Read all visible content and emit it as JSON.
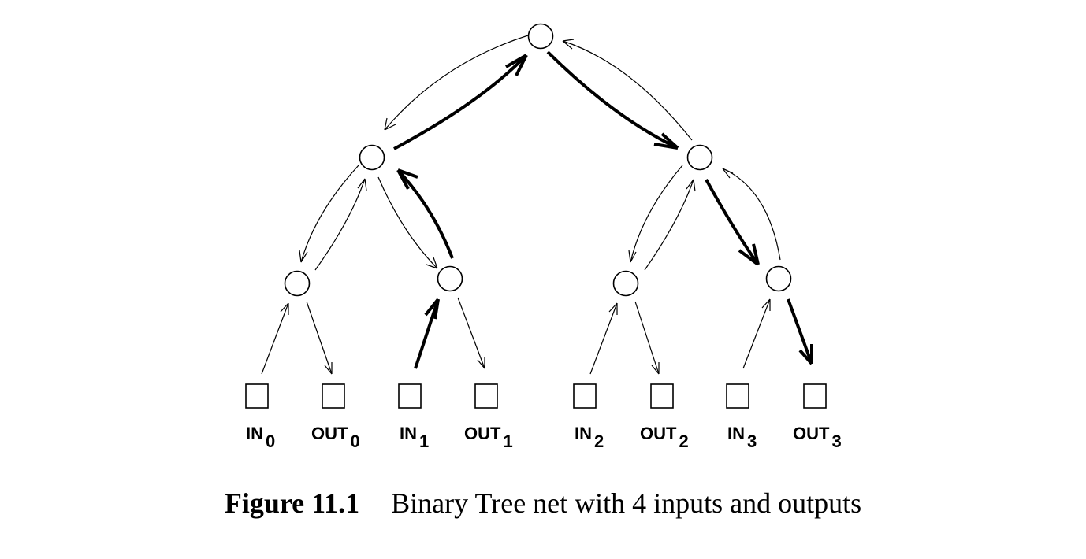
{
  "figure": {
    "ports": [
      {
        "name": "IN",
        "sub": "0"
      },
      {
        "name": "OUT",
        "sub": "0"
      },
      {
        "name": "IN",
        "sub": "1"
      },
      {
        "name": "OUT",
        "sub": "1"
      },
      {
        "name": "IN",
        "sub": "2"
      },
      {
        "name": "OUT",
        "sub": "2"
      },
      {
        "name": "IN",
        "sub": "3"
      },
      {
        "name": "OUT",
        "sub": "3"
      }
    ]
  },
  "caption": {
    "number": "Figure 11.1",
    "text": "Binary Tree net with 4 inputs and outputs"
  }
}
